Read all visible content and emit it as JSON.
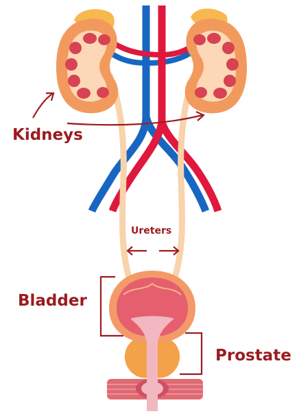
{
  "labels": {
    "kidneys": "Kidneys",
    "ureters": "Ureters",
    "bladder": "Bladder",
    "prostate": "Prostate"
  },
  "colors": {
    "label": "#9b1b1f",
    "kidney_cortex": "#f29a5e",
    "kidney_medulla": "#fcd8b6",
    "pyramid": "#d74353",
    "adrenal": "#f7b850",
    "artery": "#e0183d",
    "vein": "#1766c2",
    "ureter": "#f8d3ac",
    "bladder_outer": "#f39a68",
    "bladder_inner": "#e55f6e",
    "prostate": "#f4a24a",
    "urethra": "#f2b7c0",
    "pelvic_muscle": "#e06972"
  }
}
